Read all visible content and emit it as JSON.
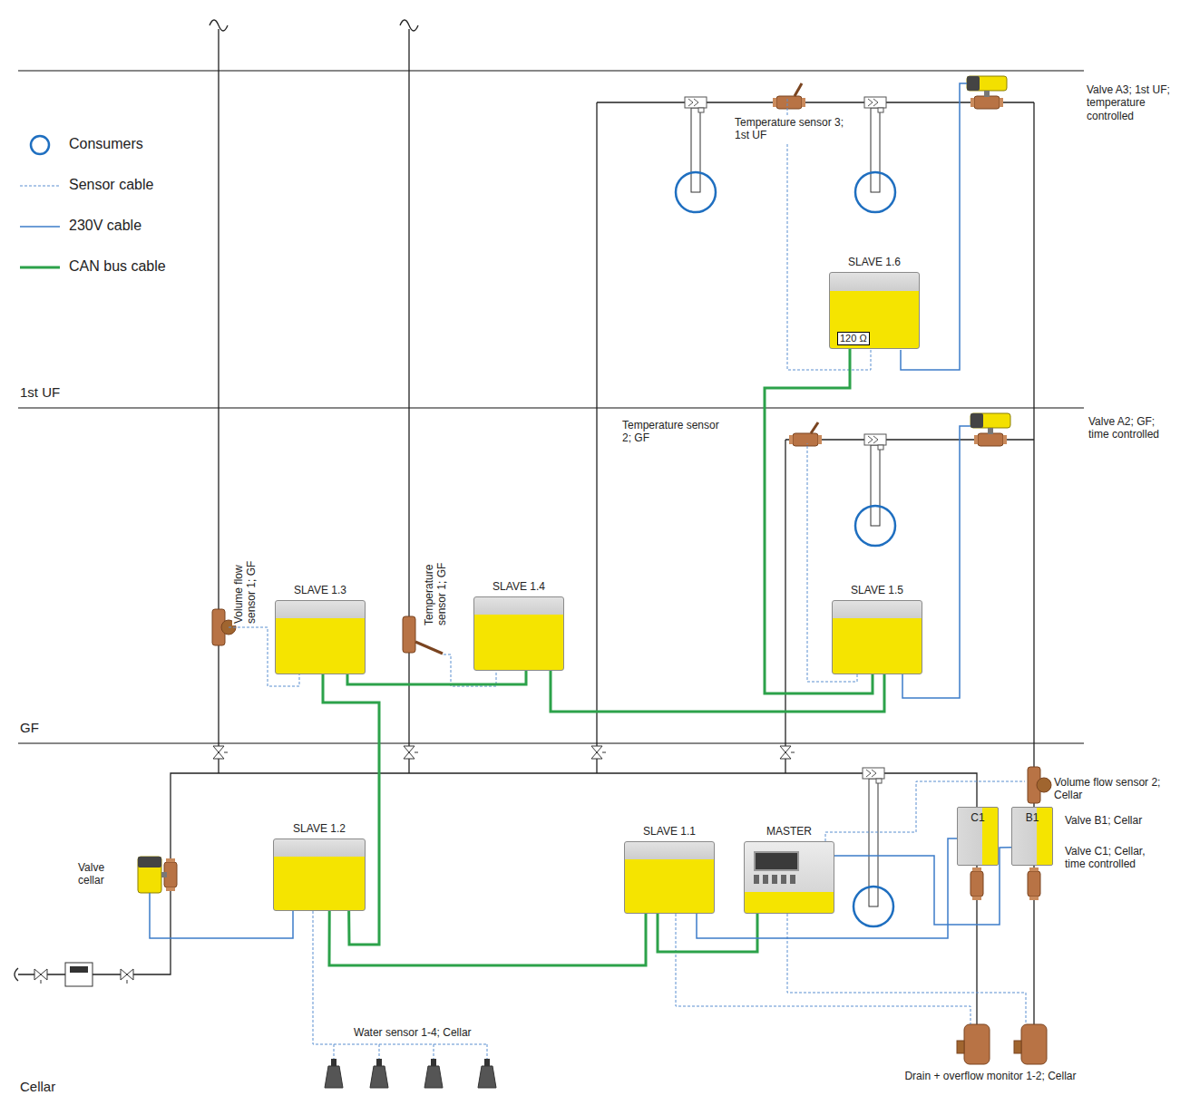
{
  "diagram": {
    "nodes": [
      {
        "text": [
          "SLAVE 1.6",
          "120 Ω"
        ]
      },
      {
        "text": [
          "SLAVE 1.3"
        ]
      },
      {
        "text": [
          "SLAVE 1.4"
        ]
      },
      {
        "text": [
          "SLAVE 1.5"
        ]
      },
      {
        "text": [
          "SLAVE 1.2"
        ]
      },
      {
        "text": [
          "SLAVE 1.1"
        ]
      },
      {
        "text": [
          "MASTER"
        ]
      },
      {
        "text": [
          "C1"
        ]
      },
      {
        "text": [
          "B1"
        ]
      }
    ],
    "edges": [
      {
        "from": 6,
        "to": 5,
        "arrow": "none"
      },
      {
        "from": 5,
        "to": 4,
        "arrow": "none"
      },
      {
        "from": 4,
        "to": 1,
        "arrow": "none"
      },
      {
        "from": 1,
        "to": 2,
        "arrow": "none"
      },
      {
        "from": 2,
        "to": 3,
        "arrow": "none"
      },
      {
        "from": 3,
        "to": 0,
        "arrow": "none"
      },
      {
        "from": 5,
        "to": 7,
        "arrow": "none"
      },
      {
        "from": 6,
        "to": 8,
        "arrow": "none"
      }
    ],
    "labels": [
      "1st UF",
      "GF",
      "Cellar",
      "Temperature sensor 3; 1st UF",
      "Valve A3; 1st UF; temperature controlled",
      "Temperature sensor 2; GF",
      "Valve A2; GF; time controlled",
      "Volume flow sensor 1; GF",
      "Temperature sensor 1; GF",
      "Valve cellar",
      "Volume flow sensor 2; Cellar",
      "Valve B1; Cellar",
      "Valve C1; Cellar, time controlled",
      "Water sensor 1-4; Cellar",
      "Drain + overflow monitor 1-2; Cellar"
    ],
    "legend": [
      {
        "text": "Consumers"
      },
      {
        "text": "Sensor cable"
      },
      {
        "text": "230V cable"
      },
      {
        "text": "CAN bus cable"
      }
    ]
  }
}
